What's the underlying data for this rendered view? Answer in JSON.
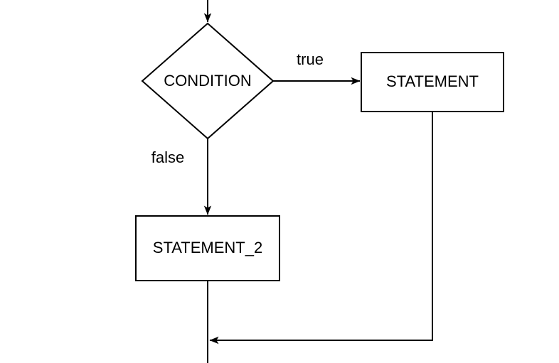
{
  "diagram": {
    "type": "flowchart",
    "colors": {
      "background": "#ffffff",
      "stroke": "#000000",
      "text": "#000000",
      "node_fill": "#ffffff"
    },
    "nodes": {
      "condition": {
        "shape": "diamond",
        "label": "CONDITION"
      },
      "statement": {
        "shape": "rectangle",
        "label": "STATEMENT"
      },
      "statement_2": {
        "shape": "rectangle",
        "label": "STATEMENT_2"
      }
    },
    "edges": {
      "entry": {
        "from": "top-of-page",
        "to": "condition",
        "label": ""
      },
      "true_branch": {
        "from": "condition",
        "to": "statement",
        "label": "true"
      },
      "false_branch": {
        "from": "condition",
        "to": "statement_2",
        "label": "false"
      },
      "statement_return": {
        "from": "statement",
        "to": "main-flow-line",
        "label": ""
      },
      "exit": {
        "from": "statement_2",
        "to": "bottom-of-page",
        "label": ""
      }
    }
  }
}
